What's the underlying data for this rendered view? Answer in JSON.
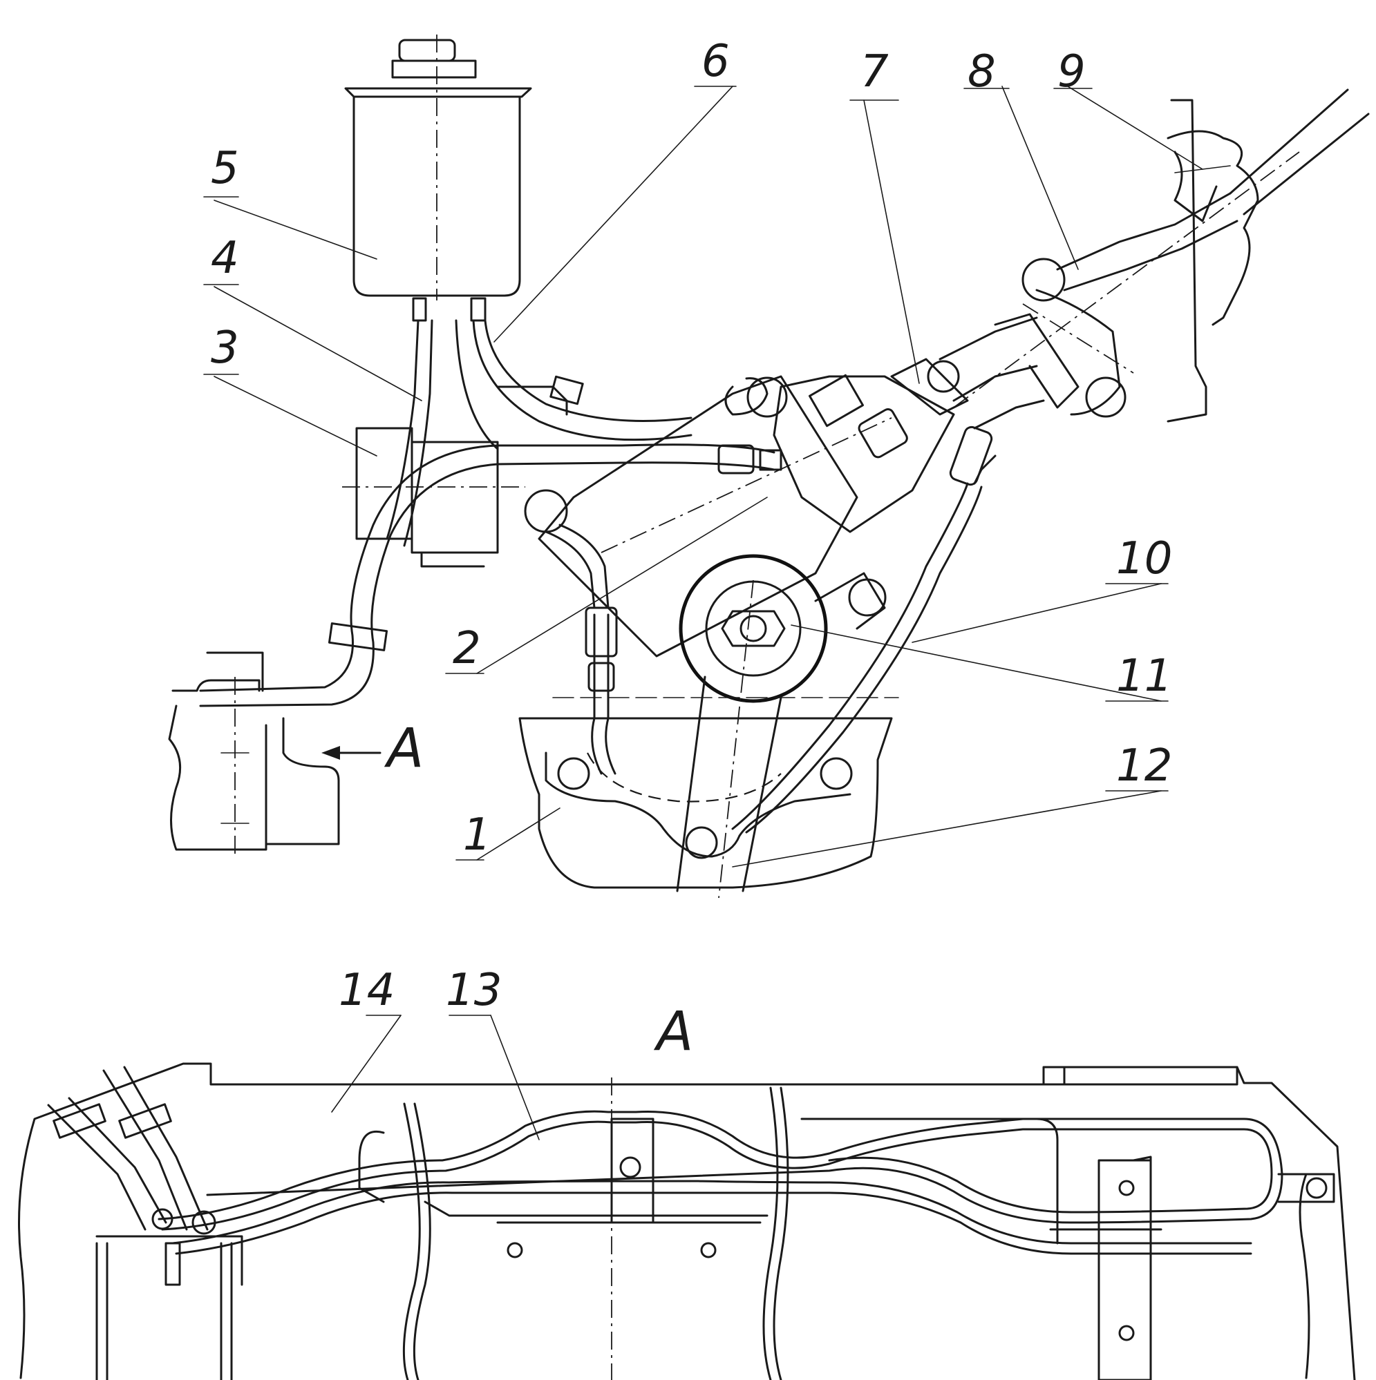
{
  "labels": {
    "l1": "1",
    "l2": "2",
    "l3": "3",
    "l4": "4",
    "l5": "5",
    "l6": "6",
    "l7": "7",
    "l8": "8",
    "l9": "9",
    "l10": "10",
    "l11": "11",
    "l12": "12",
    "l13": "13",
    "l14": "14"
  },
  "view": {
    "arrow_label": "A",
    "section_title": "A"
  }
}
